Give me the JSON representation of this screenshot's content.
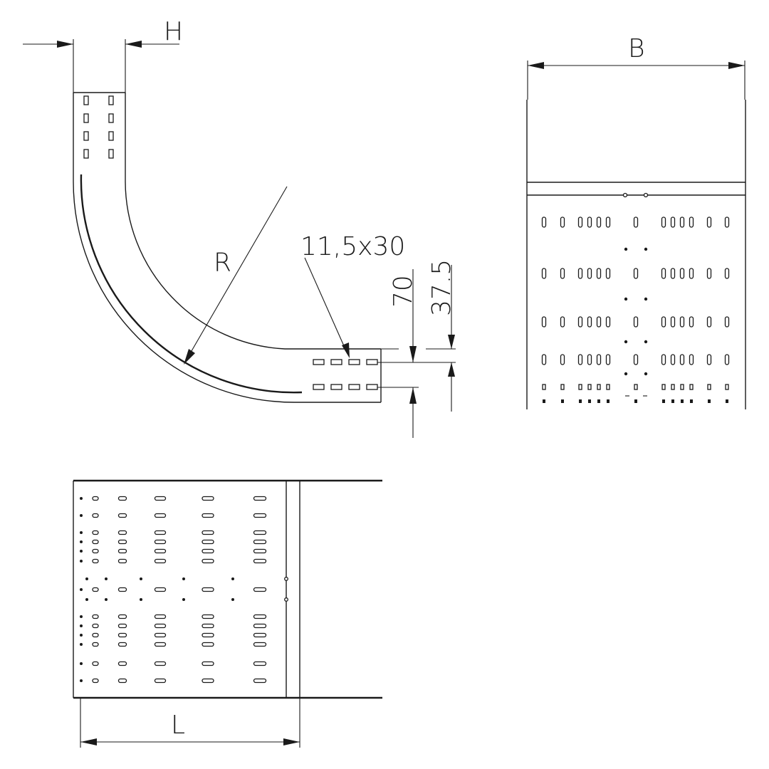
{
  "drawing": {
    "labels": {
      "height": "H",
      "width": "B",
      "radius": "R",
      "length": "L",
      "slot_size": "11,5x30",
      "dim_70": "70",
      "dim_37_5": "37.5"
    },
    "colors": {
      "line": "#1a1a1a",
      "background": "#ffffff"
    }
  }
}
